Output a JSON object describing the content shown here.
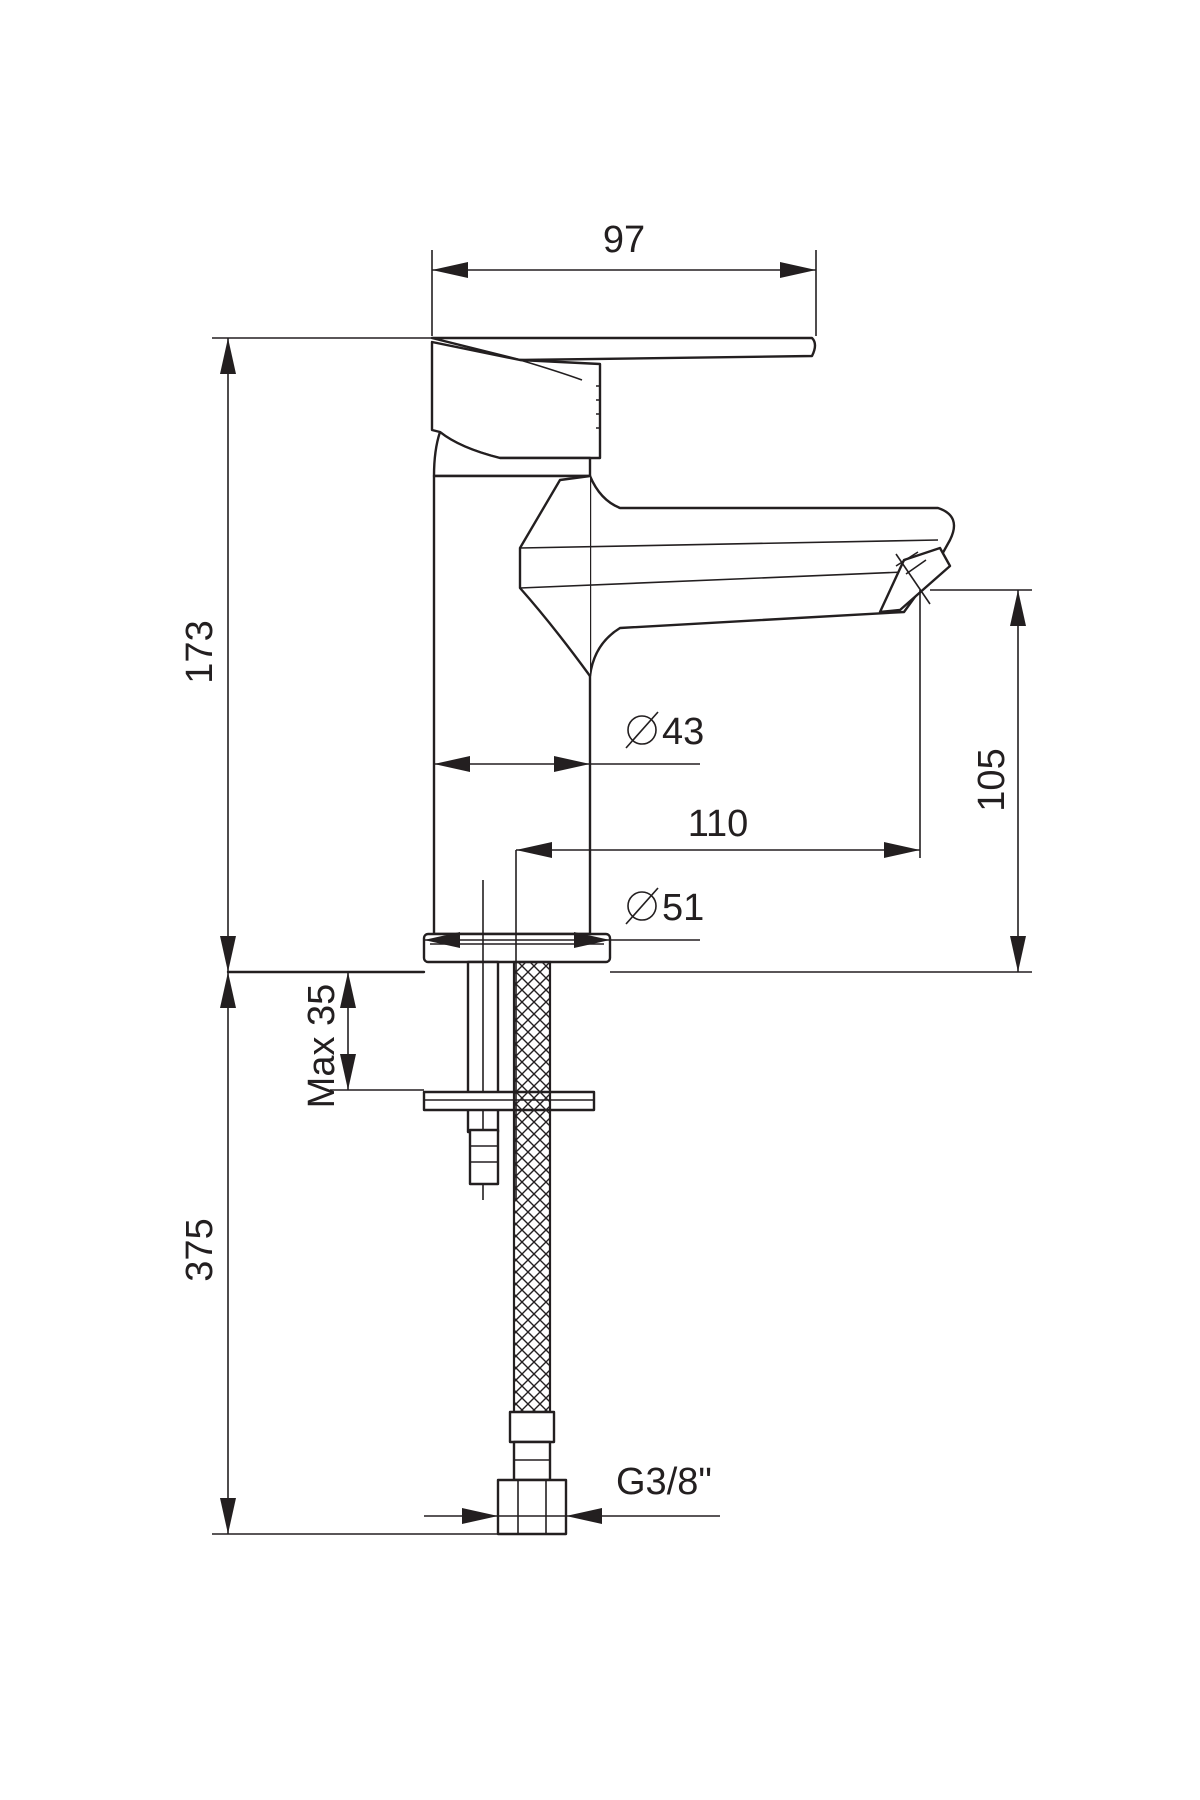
{
  "dimensions": {
    "width_97": "97",
    "height_173": "173",
    "diameter_43": "43",
    "reach_110": "110",
    "spout_height_105": "105",
    "diameter_51": "51",
    "max_thickness": "Max 35",
    "hose_375": "375",
    "thread": "G3/8\""
  },
  "colors": {
    "line": "#231f20",
    "background": "#ffffff"
  },
  "icons": {
    "diameter_symbol": "diameter-icon"
  }
}
